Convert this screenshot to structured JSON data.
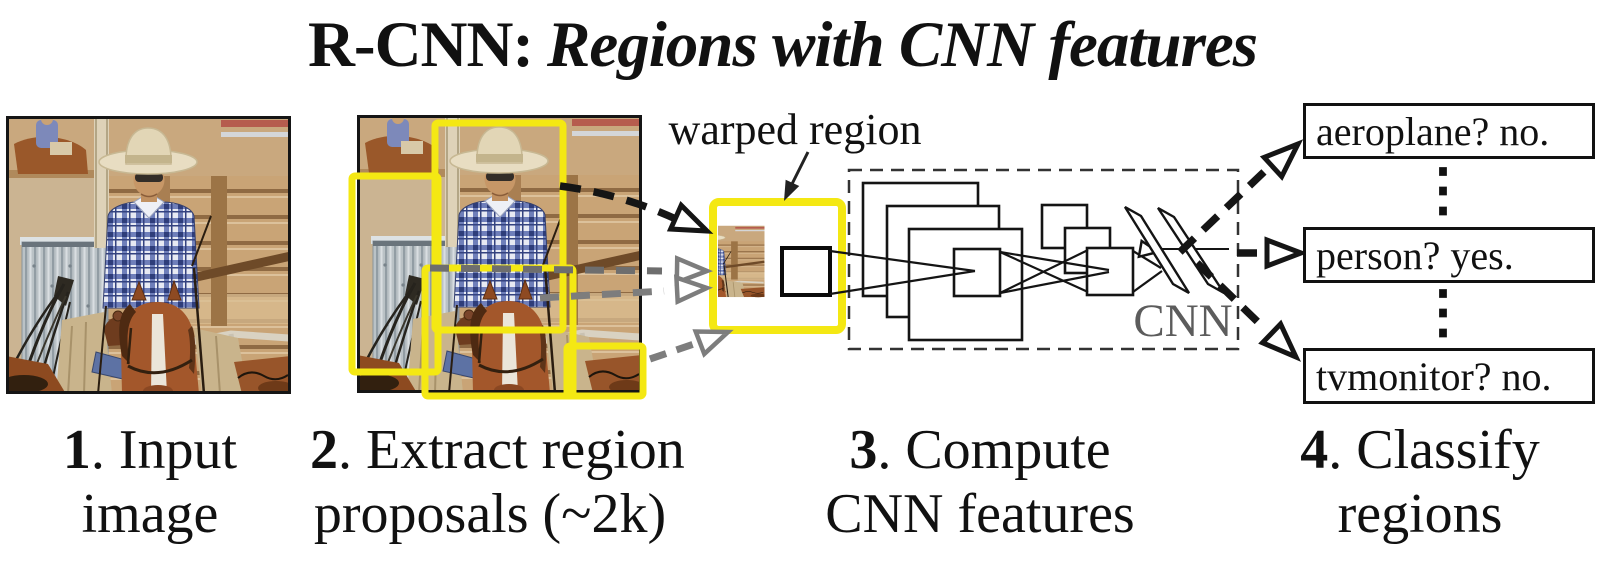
{
  "title": {
    "prefix": "R-CNN:",
    "emphasis": "Regions with CNN features"
  },
  "annotations": {
    "warped_region": "warped region",
    "cnn": "CNN"
  },
  "steps": [
    {
      "number": "1",
      "rest": ". Input",
      "line2": "image"
    },
    {
      "number": "2",
      "rest": ". Extract region",
      "line2": "proposals (~2k)"
    },
    {
      "number": "3",
      "rest": ". Compute",
      "line2": "CNN features"
    },
    {
      "number": "4",
      "rest": ". Classify",
      "line2": "regions"
    }
  ],
  "classifications": {
    "items": [
      "aeroplane? no.",
      "person? yes.",
      "tvmonitor? no."
    ],
    "ellipsis": "⋮"
  },
  "colors": {
    "proposal_box_yellow": "#f4e813",
    "arrow_black": "#151515",
    "arrow_gray": "#7d7d7d",
    "cnn_text_gray": "#5c5c5c"
  }
}
